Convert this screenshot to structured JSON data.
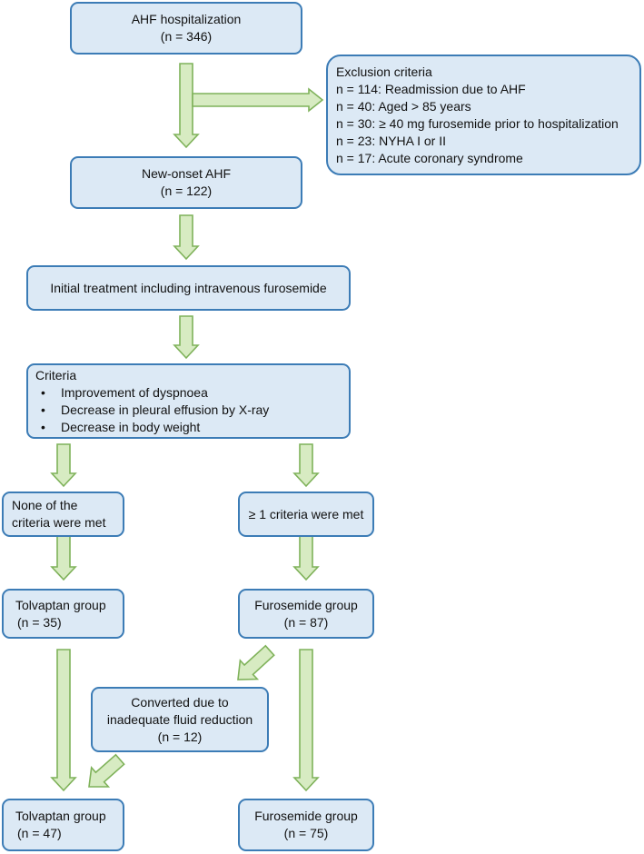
{
  "boxes": {
    "ahf_hospitalization": {
      "title": "AHF hospitalization",
      "n": "(n = 346)"
    },
    "exclusion": {
      "title": "Exclusion criteria",
      "items": [
        "n = 114: Readmission due to AHF",
        "n = 40: Aged > 85 years",
        "n = 30: ≥ 40 mg furosemide prior to hospitalization",
        "n = 23: NYHA I or II",
        "n = 17: Acute coronary syndrome"
      ]
    },
    "new_onset": {
      "title": "New-onset AHF",
      "n": "(n = 122)"
    },
    "initial_treatment": {
      "title": "Initial treatment including intravenous furosemide"
    },
    "criteria": {
      "title": "Criteria",
      "items": [
        "Improvement of dyspnoea",
        "Decrease in pleural effusion by X-ray",
        "Decrease in body weight"
      ]
    },
    "none_met": {
      "line1": "None of the",
      "line2": "criteria were met"
    },
    "some_met": {
      "title": "≥ 1 criteria were met"
    },
    "tolvaptan_1": {
      "title": "Tolvaptan group",
      "n": "(n = 35)"
    },
    "furosemide_1": {
      "title": "Furosemide group",
      "n": "(n = 87)"
    },
    "converted": {
      "line1": "Converted due to",
      "line2": "inadequate fluid reduction",
      "n": "(n = 12)"
    },
    "tolvaptan_2": {
      "title": "Tolvaptan group",
      "n": "(n = 47)"
    },
    "furosemide_2": {
      "title": "Furosemide group",
      "n": "(n = 75)"
    }
  },
  "colors": {
    "box_fill": "#dce9f5",
    "box_border": "#3c7cb6",
    "arrow_fill": "#d7ebc2",
    "arrow_stroke": "#7fb25a"
  }
}
